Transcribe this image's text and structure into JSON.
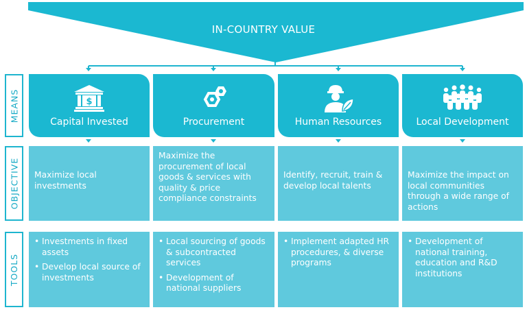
{
  "banner": {
    "title": "IN-COUNTRY VALUE"
  },
  "rows": {
    "means": "MEANS",
    "objective": "OBJECTIVE",
    "tools": "TOOLS"
  },
  "columns": [
    {
      "means": "Capital Invested",
      "icon": "bank-icon",
      "objective": "Maximize local investments",
      "tools": [
        "Investments in fixed assets",
        "Develop local source of investments"
      ]
    },
    {
      "means": "Procurement",
      "icon": "nut-bolt-icon",
      "objective": "Maximize the procurement of local goods & services with quality & price compliance constraints",
      "tools": [
        "Local sourcing of goods & subcontracted services",
        "Development of national suppliers"
      ]
    },
    {
      "means": "Human Resources",
      "icon": "worker-leaf-icon",
      "objective": "Identify, recruit, train & develop local talents",
      "tools": [
        "Implement adapted HR procedures, & diverse programs"
      ]
    },
    {
      "means": "Local Development",
      "icon": "community-icon",
      "objective": "Maximize the impact on local communities through a wide range of actions",
      "tools": [
        "Development of national training, education and R&D institutions"
      ]
    }
  ],
  "colors": {
    "banner": "#1bb8d1",
    "means_box": "#1bb8d1",
    "content_box": "#5fc9dd",
    "arrow": "#1eb5cf",
    "side_border": "#1eb5cf",
    "side_text": "#14a9c5"
  }
}
